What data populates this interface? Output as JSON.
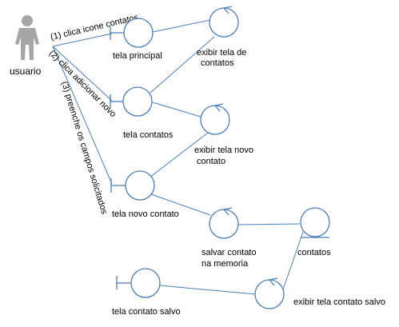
{
  "actor": {
    "label": "usuario",
    "icon": "actor-person-icon",
    "color": "#a6a6a6"
  },
  "messages": [
    {
      "id": "msg1",
      "label": "(1) clica icone contatos"
    },
    {
      "id": "msg2",
      "label": "(2) clica adicionar novo"
    },
    {
      "id": "msg3",
      "label": "(3) preenche os campos solicitados"
    }
  ],
  "boundaries": [
    {
      "id": "tela-principal",
      "label": [
        "tela principal"
      ]
    },
    {
      "id": "tela-contatos",
      "label": [
        "tela contatos"
      ]
    },
    {
      "id": "tela-novo-contato",
      "label": [
        "tela novo contato"
      ]
    },
    {
      "id": "tela-contato-salvo",
      "label": [
        "tela contato salvo"
      ]
    }
  ],
  "controls": [
    {
      "id": "exibir-tela-de-contatos",
      "label": [
        "exibir tela de",
        "contatos"
      ]
    },
    {
      "id": "exibir-tela-novo-contato",
      "label": [
        "exibir tela novo",
        "contato"
      ]
    },
    {
      "id": "salvar-contato-na-memoria",
      "label": [
        "salvar contato",
        "na memoria"
      ]
    },
    {
      "id": "exibir-tela-contato-salvo",
      "label": [
        "exibir tela contato salvo"
      ]
    }
  ],
  "entities": [
    {
      "id": "contatos",
      "label": [
        "contatos"
      ]
    }
  ],
  "colors": {
    "stroke": "#4a7ebb",
    "text": "#000000",
    "actor": "#a6a6a6"
  }
}
